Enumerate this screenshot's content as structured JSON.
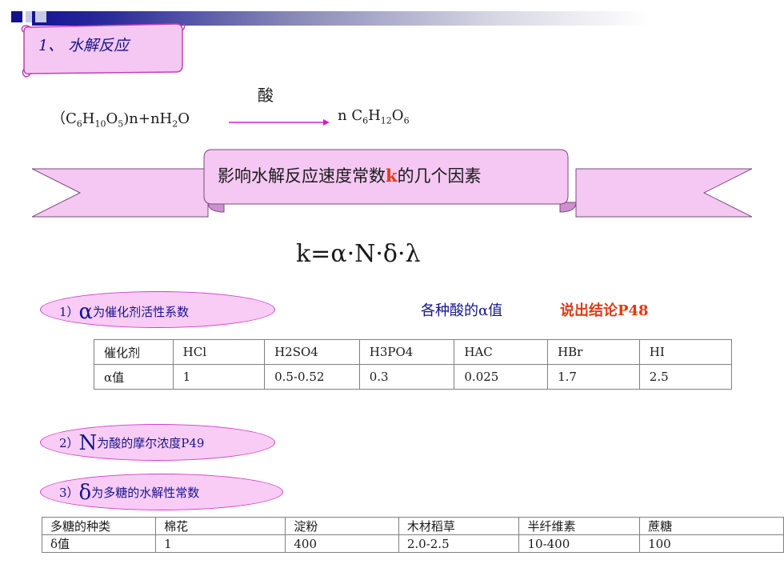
{
  "slide": {
    "section_title": "1、 水解反应",
    "equation": {
      "left": "（C₆H₁₀O₅)n+nH₂O",
      "catalyst": "酸",
      "right": "n C₆H₁₂O₆"
    },
    "banner": {
      "text_before": "影响水解反应速度常数",
      "highlight": "k",
      "text_after": "的几个因素"
    },
    "formula": "k=α·N·δ·λ",
    "factors": [
      {
        "prefix": "1）",
        "symbol": "α",
        "text": "为催化剂活性系数"
      },
      {
        "prefix": "2）",
        "symbol": "N",
        "text": "为酸的摩尔浓度P49"
      },
      {
        "prefix": "3）",
        "symbol": "δ",
        "text": "为多糖的水解性常数"
      }
    ],
    "acid_caption": "各种酸的α值",
    "conclusion": "说出结论P48",
    "acid_table": {
      "rows": [
        [
          "催化剂",
          "HCl",
          "H2SO4",
          "H3PO4",
          "HAC",
          "HBr",
          "HI"
        ],
        [
          "α值",
          "1",
          "0.5-0.52",
          "0.3",
          "0.025",
          "1.7",
          "2.5"
        ]
      ]
    },
    "sugar_table": {
      "rows": [
        [
          "多糖的种类",
          "棉花",
          "淀粉",
          "木材稻草",
          "半纤维素",
          "蔗糖"
        ],
        [
          "δ值",
          "1",
          "400",
          "2.0-2.5",
          "10-400",
          "100"
        ]
      ]
    },
    "colors": {
      "title_blue": "#15158a",
      "accent_red": "#e03a14",
      "pill_fill": "#f8ccf4",
      "pill_border": "#d040c8",
      "ribbon_fill": "#f4c8f2"
    }
  }
}
